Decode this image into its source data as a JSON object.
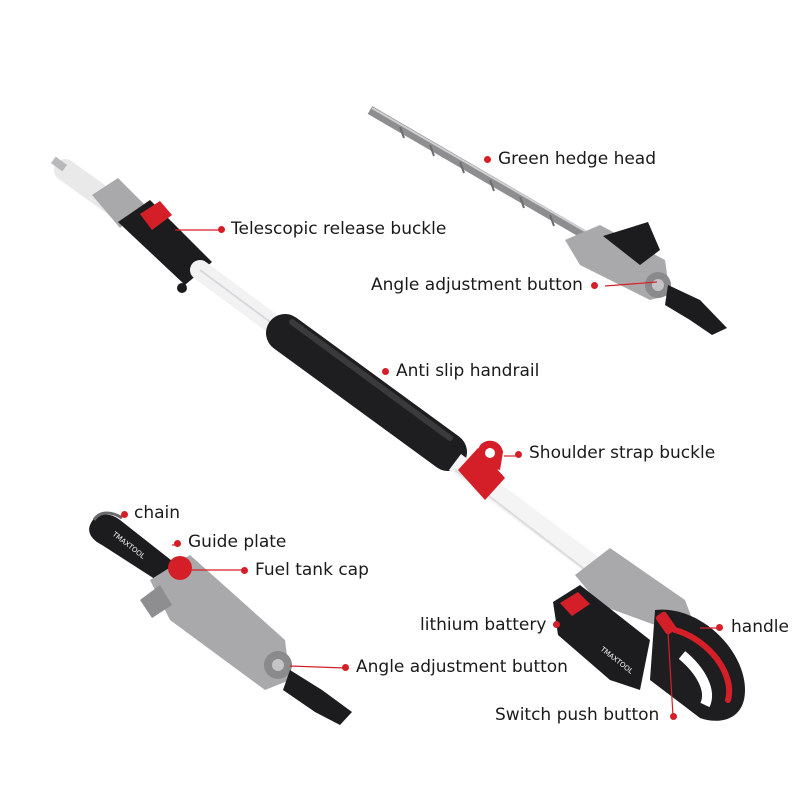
{
  "colors": {
    "accent": "#d51f28",
    "body_gray": "#a9a9ab",
    "dark": "#1c1c1e",
    "pole": "#f4f4f4",
    "text": "#1a1a1a"
  },
  "brand": "TMAXTOOL",
  "labels": {
    "hedge_head": "Green hedge head",
    "telescopic_buckle": "Telescopic release buckle",
    "angle_button_top": "Angle adjustment button",
    "handrail": "Anti slip handrail",
    "strap_buckle": "Shoulder strap buckle",
    "chain": "chain",
    "guide_plate": "Guide plate",
    "fuel_cap": "Fuel tank cap",
    "battery": "lithium battery",
    "handle": "handle",
    "angle_button_bottom": "Angle adjustment button",
    "switch": "Switch push button"
  }
}
